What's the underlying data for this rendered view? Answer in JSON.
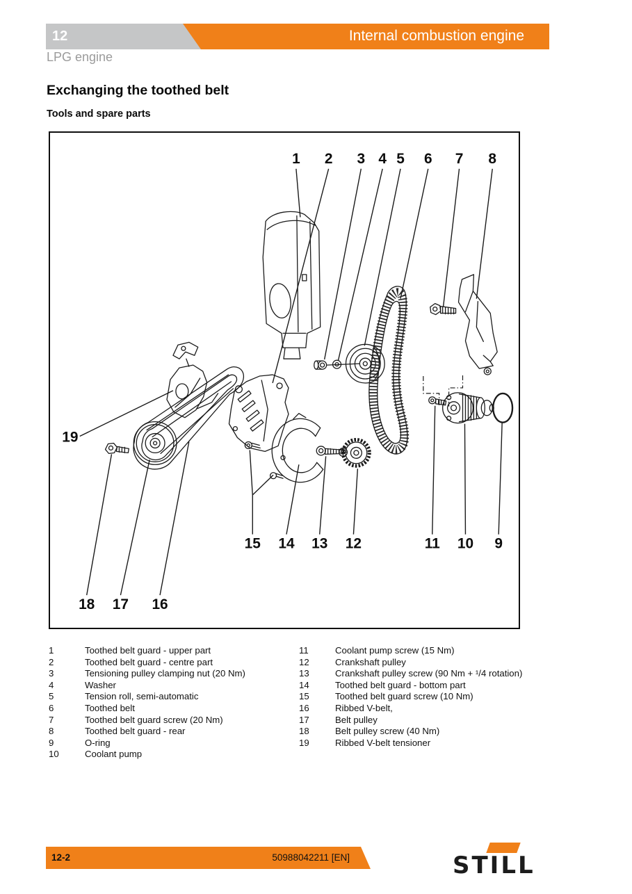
{
  "header": {
    "chapter_number": "12",
    "chapter_title": "Internal combustion engine",
    "section_label": "LPG engine"
  },
  "content": {
    "title": "Exchanging the toothed belt",
    "subtitle": "Tools and spare parts"
  },
  "diagram": {
    "callouts": [
      "1",
      "2",
      "3",
      "4",
      "5",
      "6",
      "7",
      "8",
      "9",
      "10",
      "11",
      "12",
      "13",
      "14",
      "15",
      "16",
      "17",
      "18",
      "19"
    ]
  },
  "parts_list": {
    "left": [
      {
        "num": "1",
        "label": "Toothed belt guard - upper part"
      },
      {
        "num": "2",
        "label": "Toothed belt guard - centre part"
      },
      {
        "num": "3",
        "label": "Tensioning pulley clamping nut (20 Nm)"
      },
      {
        "num": "4",
        "label": "Washer"
      },
      {
        "num": "5",
        "label": "Tension roll, semi-automatic"
      },
      {
        "num": "6",
        "label": "Toothed belt"
      },
      {
        "num": "7",
        "label": "Toothed belt guard screw (20 Nm)"
      },
      {
        "num": "8",
        "label": "Toothed belt guard - rear"
      },
      {
        "num": "9",
        "label": "O-ring"
      },
      {
        "num": "10",
        "label": "Coolant pump"
      }
    ],
    "right": [
      {
        "num": "11",
        "label": "Coolant pump screw (15 Nm)"
      },
      {
        "num": "12",
        "label": "Crankshaft pulley"
      },
      {
        "num": "13",
        "label": "Crankshaft pulley screw (90 Nm + ¹/4 rotation)"
      },
      {
        "num": "14",
        "label": "Toothed belt guard - bottom part"
      },
      {
        "num": "15",
        "label": "Toothed belt guard screw (10 Nm)"
      },
      {
        "num": "16",
        "label": "Ribbed V-belt,"
      },
      {
        "num": "17",
        "label": "Belt pulley"
      },
      {
        "num": "18",
        "label": "Belt pulley screw (40 Nm)"
      },
      {
        "num": "19",
        "label": "Ribbed V-belt tensioner"
      }
    ]
  },
  "footer": {
    "page_number": "12-2",
    "document_id": "50988042211 [EN]",
    "brand": "STILL"
  },
  "colors": {
    "accent_orange": "#F08019",
    "header_gray": "#C5C6C7",
    "muted_text_gray": "#9B9B9B"
  }
}
